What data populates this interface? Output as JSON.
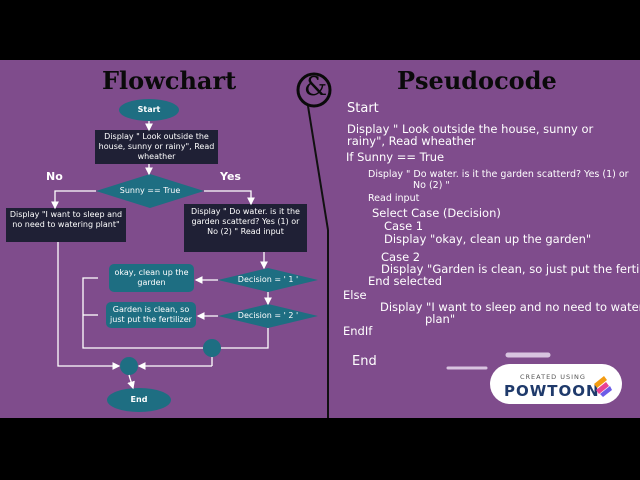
{
  "titles": {
    "left": "Flowchart",
    "right": "Pseudocode"
  },
  "flowchart": {
    "start": "Start",
    "display_weather": "Display \" Look outside the house, sunny or rainy\", Read wheather",
    "decision_sunny": "Sunny == True",
    "branch_no": "No",
    "branch_yes": "Yes",
    "display_sleep": "Display \"I want to sleep and no need to watering plant\"",
    "display_water": "Display \" Do water. is it the garden scatterd? Yes (1) or No (2) \" Read input",
    "decision_1": "Decision = ' 1 '",
    "decision_2": "Decision = ' 2 '",
    "okay_clean": "okay, clean up the garden",
    "garden_clean": "Garden is clean, so just put the fertilizer",
    "end": "End"
  },
  "pseudocode": {
    "l01": "Start",
    "l02": "Display \" Look outside the house, sunny or",
    "l03": "rainy\", Read wheather",
    "l04": "If Sunny == True",
    "l05": "Display \" Do water. is it the garden scatterd? Yes (1) or",
    "l06": "No (2) \"",
    "l07": "Read input",
    "l08": "Select Case (Decision)",
    "l09": "Case 1",
    "l10": "Display \"okay, clean up the garden\"",
    "l11": "Case 2",
    "l12": "Display \"Garden is clean, so just put the fertilizer\"",
    "l13": "End selected",
    "l14": "Else",
    "l15": "Display \"I want to sleep and no need to watering",
    "l16": "plan\"",
    "l17": "EndIf",
    "l18": "End"
  },
  "watermark": {
    "created_using": "CREATED USING",
    "brand": "POWTOON"
  },
  "colors": {
    "background": "#7f4c8c",
    "teal": "#1e6e82",
    "dark_box": "#1f2035"
  }
}
